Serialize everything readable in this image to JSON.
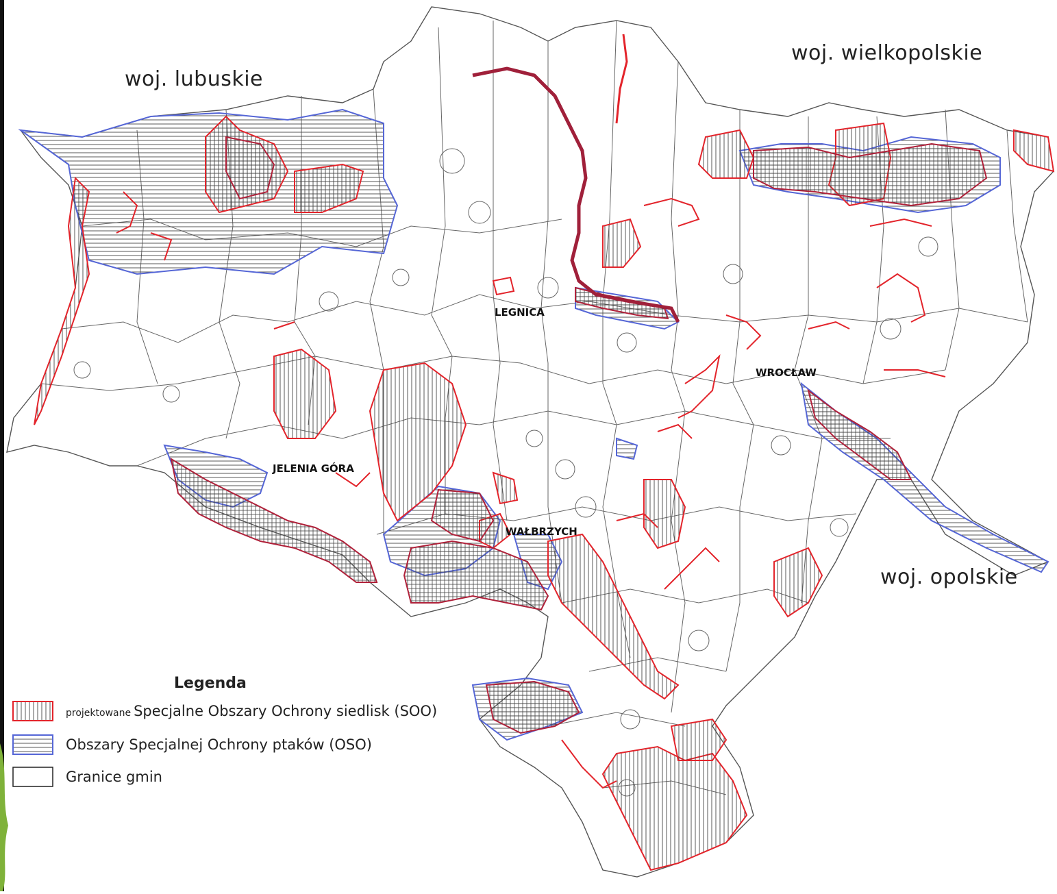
{
  "neighbors": {
    "lubuskie": "woj. lubuskie",
    "wielkopolskie": "woj. wielkopolskie",
    "opolskie": "woj. opolskie"
  },
  "cities": {
    "legnica": "LEGNICA",
    "wroclaw": "WROCŁAW",
    "jelenia_gora": "JELENIA GÓRA",
    "walbrzych": "WAŁBRZYCH"
  },
  "legend": {
    "title": "Legenda",
    "items": [
      {
        "prefix": "projektowane",
        "label": "Specjalne Obszary Ochrony siedlisk (SOO)",
        "color": "#e3242b",
        "pattern": "vertical"
      },
      {
        "prefix": "",
        "label": "Obszary Specjalnej Ochrony ptaków (OSO)",
        "color": "#5566d6",
        "pattern": "horizontal"
      },
      {
        "prefix": "",
        "label": "Granice gmin",
        "color": "#222222",
        "pattern": "none"
      }
    ]
  },
  "colors": {
    "soo": "#e3242b",
    "oso": "#5566d6",
    "gmina": "#666666",
    "accent": "#7fb23a"
  }
}
